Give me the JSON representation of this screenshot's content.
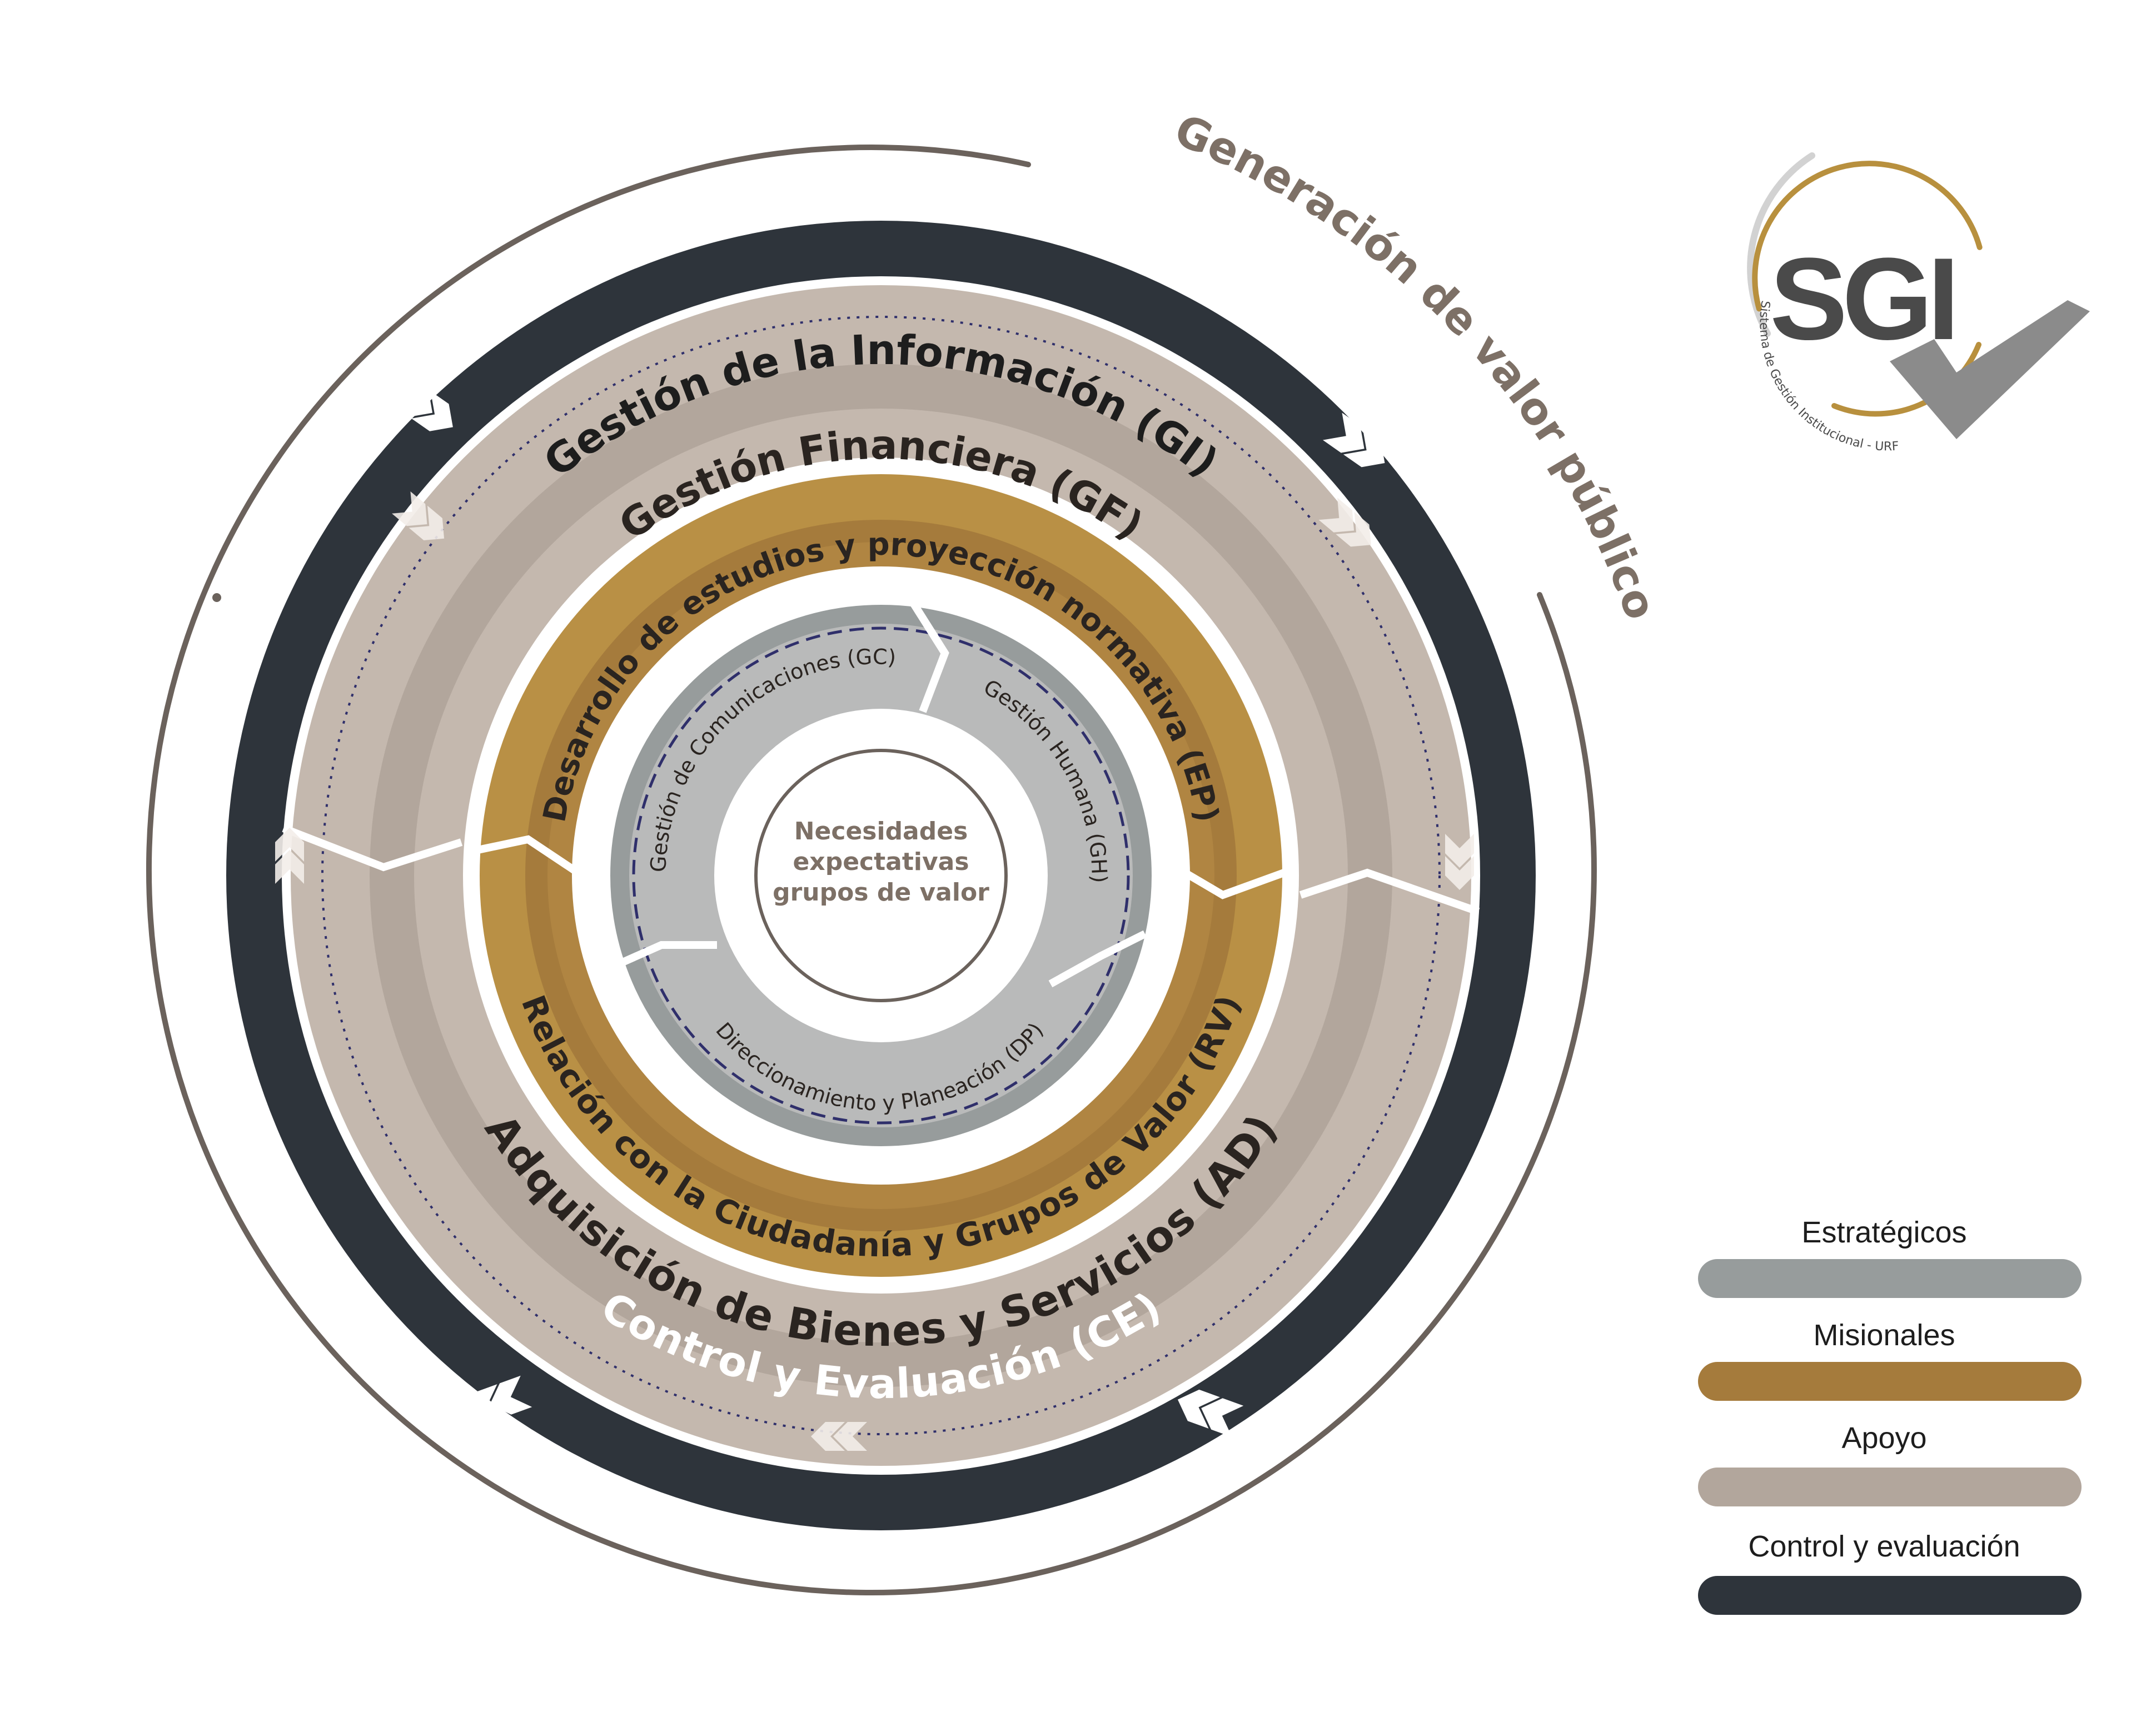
{
  "diagram": {
    "outer_title": "Generación de valor público",
    "rings": {
      "information": "Gestión de la Información (GI)",
      "control": "Control y Evaluación (CE)",
      "finance": "Gestión Financiera (GF)",
      "acquisition": "Adquisición de Bienes y Servicios (AD)",
      "studies": "Desarrollo de estudios y proyección normativa (EP)",
      "citizenship": "Relación con la Ciudadanía y Grupos de Valor (RV)",
      "communications": "Gestión de Comunicaciones (GC)",
      "human": "Gestión Humana (GH)",
      "planning": "Direccionamiento y Planeación (DP)"
    },
    "center": {
      "line1": "Necesidades",
      "line2": "expectativas",
      "line3": "grupos de valor"
    }
  },
  "logo": {
    "text": "SGI",
    "caption": "Sistema de Gestión Institucional - URF"
  },
  "legend": {
    "items": [
      {
        "label": "Estratégicos",
        "color": "#979c9c"
      },
      {
        "label": "Misionales",
        "color": "#a57b3c"
      },
      {
        "label": "Apoyo",
        "color": "#b2a69c"
      },
      {
        "label": "Control y evaluación",
        "color": "#2e343b"
      }
    ]
  },
  "colors": {
    "dark": "#2e343b",
    "support": "#c4b8ae",
    "support_dark": "#b2a69c",
    "mission": "#a57b3c",
    "mission_light": "#b99045",
    "strategic": "#979c9c",
    "strategic_light": "#b9baba",
    "outline": "#6b625c",
    "gold": "#b8903e",
    "navy_dash": "#2f2f6b",
    "center_text": "#7d7066"
  }
}
